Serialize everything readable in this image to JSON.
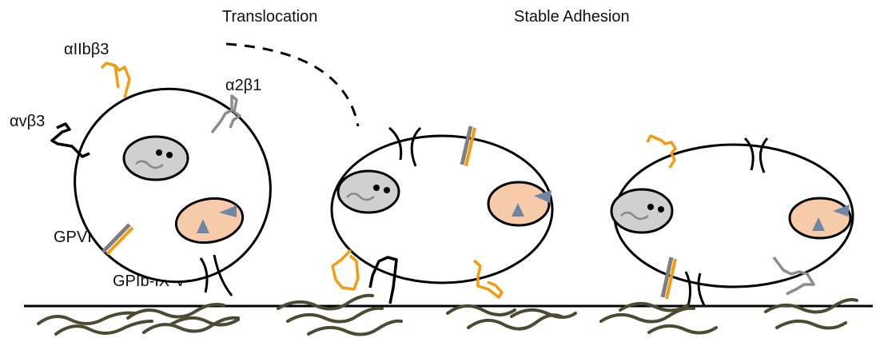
{
  "labels": {
    "translocation": "Translocation",
    "stable_adhesion": "Stable Adhesion",
    "aIIbb3": "αIIbβ3",
    "a2b1": "α2β1",
    "avb3": "αvβ3",
    "gpvi": "GPVI",
    "gpib": "GPIb-IX-V"
  },
  "colors": {
    "membrane": "#000000",
    "integrin_aIIbb3": "#F39C12",
    "integrin_a2b1": "#8C8C8C",
    "gpvi_orange": "#F39C12",
    "gpvi_gray": "#7F7F7F",
    "nucleus_gray": "#D0D0D0",
    "granule_peach": "#F8CBA8",
    "granule_triangle": "#6F86A6",
    "collagen": "#4D4A33"
  }
}
